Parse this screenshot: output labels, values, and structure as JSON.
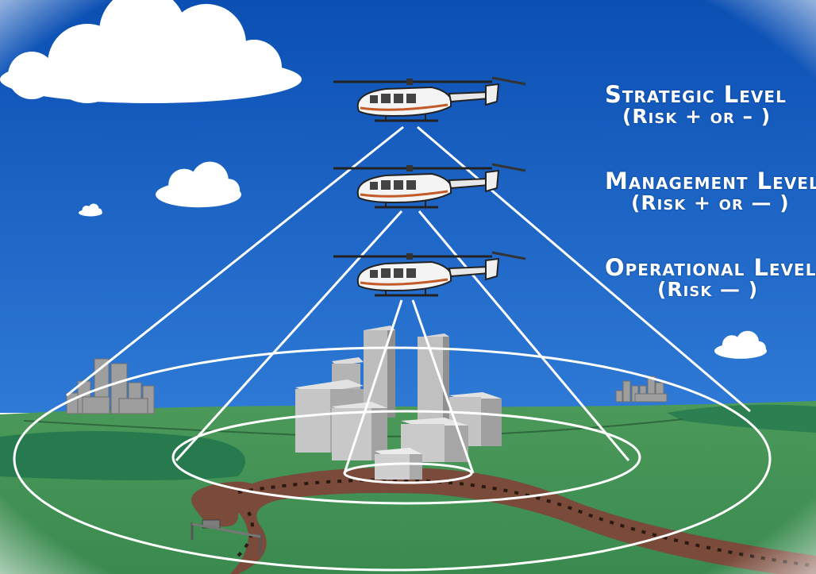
{
  "levels": [
    {
      "id": "strategic",
      "title": "Strategic Level",
      "risk": "(Risk + or – )"
    },
    {
      "id": "management",
      "title": "Management Level",
      "risk": "(Risk + or — )"
    },
    {
      "id": "operational",
      "title": "Operational Level",
      "risk": "(Risk — )"
    }
  ],
  "icons": {
    "aircraft": "helicopter-icon",
    "cloud": "cloud-icon",
    "city": "city-skyline-icon",
    "road": "road-icon",
    "gate": "gate-icon"
  },
  "colors": {
    "sky": "#0d57bd",
    "sky_light": "#3c7ed8",
    "grass": "#3f8f52",
    "grass_dark": "#267a4e",
    "road": "#7a4a3a",
    "building": "#b9b9b9",
    "view_lines": "#ffffff",
    "helicopter_stripe": "#c45a2a"
  }
}
